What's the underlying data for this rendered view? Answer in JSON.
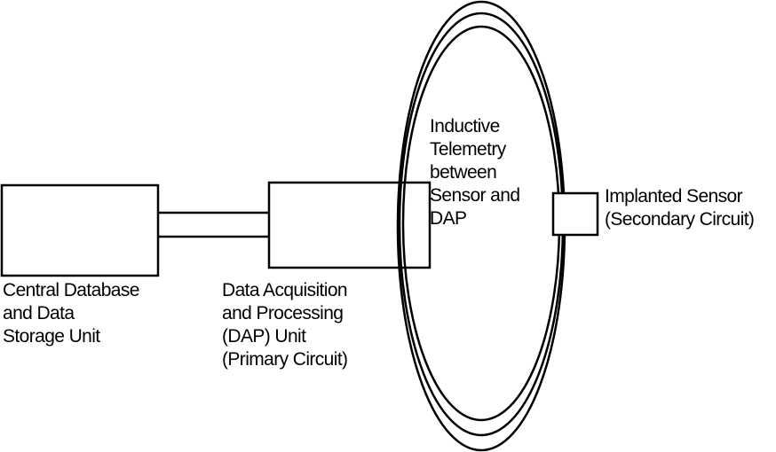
{
  "labels": {
    "database": [
      "Central Database",
      "and Data",
      "Storage Unit"
    ],
    "dap": [
      "Data Acquisition",
      "and Processing",
      "(DAP) Unit",
      "(Primary Circuit)"
    ],
    "telemetry": [
      "Inductive",
      "Telemetry",
      "between",
      "Sensor and",
      "DAP"
    ],
    "sensor": [
      "Implanted Sensor",
      "(Secondary Circuit)"
    ]
  },
  "colors": {
    "line": "#000000",
    "background": "#ffffff"
  }
}
